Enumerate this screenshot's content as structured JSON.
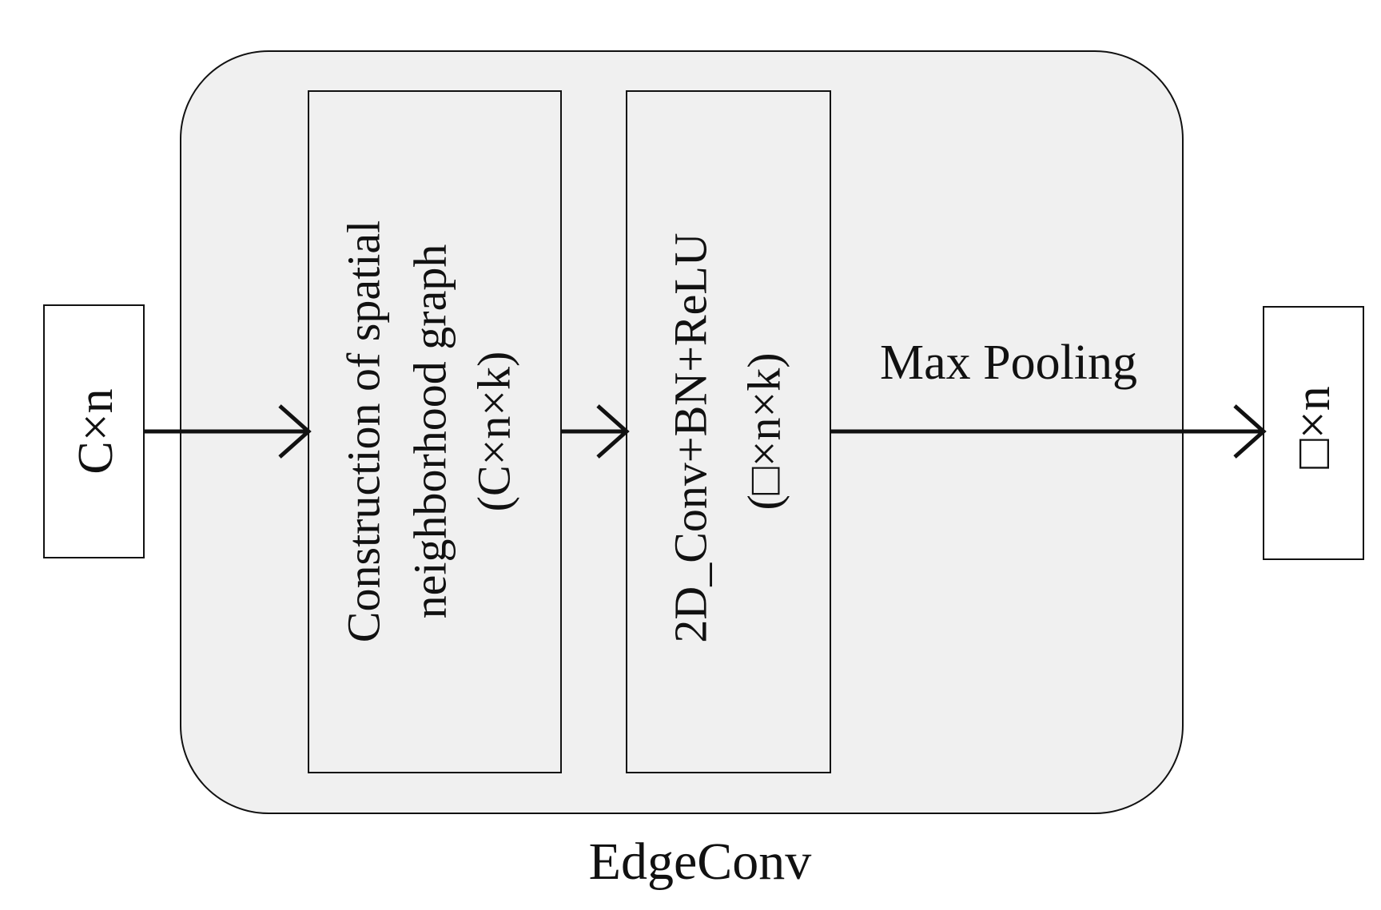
{
  "input_block": {
    "label": "C×n"
  },
  "container": {
    "label": "EdgeConv"
  },
  "graph_block": {
    "line1": "Construction of spatial",
    "line2": "neighborhood graph",
    "line3": "(C×n×k)"
  },
  "conv_block": {
    "line1": "2D_Conv+BN+ReLU",
    "line2": "(□×n×k)"
  },
  "edge_label": {
    "text": "Max Pooling"
  },
  "output_block": {
    "label": "□×n"
  },
  "colors": {
    "container_fill": "#f0f0f0",
    "stroke": "#111111",
    "box_fill": "#ffffff"
  }
}
